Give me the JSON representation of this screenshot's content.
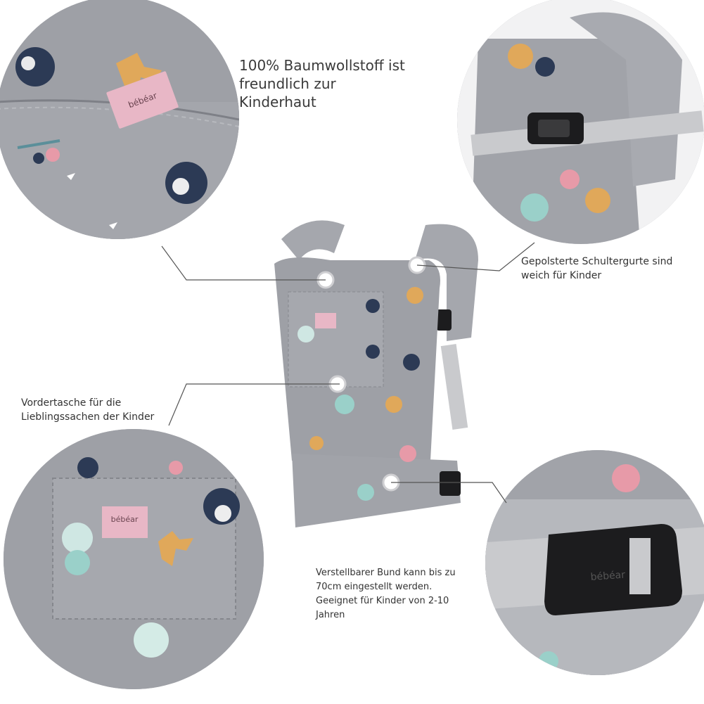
{
  "captions": {
    "cotton": [
      "100% Baumwollstoff ist",
      "freundlich zur",
      "Kinderhaut"
    ],
    "straps": [
      "Gepolsterte Schultergurte sind",
      "weich für Kinder"
    ],
    "pocket": [
      "Vordertasche für die",
      "Lieblingssachen der Kinder"
    ],
    "waist": [
      "Verstellbarer Bund kann bis zu",
      "70cm eingestellt werden.",
      "Geeignet für Kinder von 2-10",
      "Jahren"
    ]
  },
  "brand": {
    "logo_text": "bébéar"
  },
  "colors": {
    "fabric": "#9ea0a6",
    "fabric_light": "#b4b6bc",
    "strap": "#c8c9cc",
    "buckle": "#1c1c1e",
    "label": "#e8b7c6"
  }
}
